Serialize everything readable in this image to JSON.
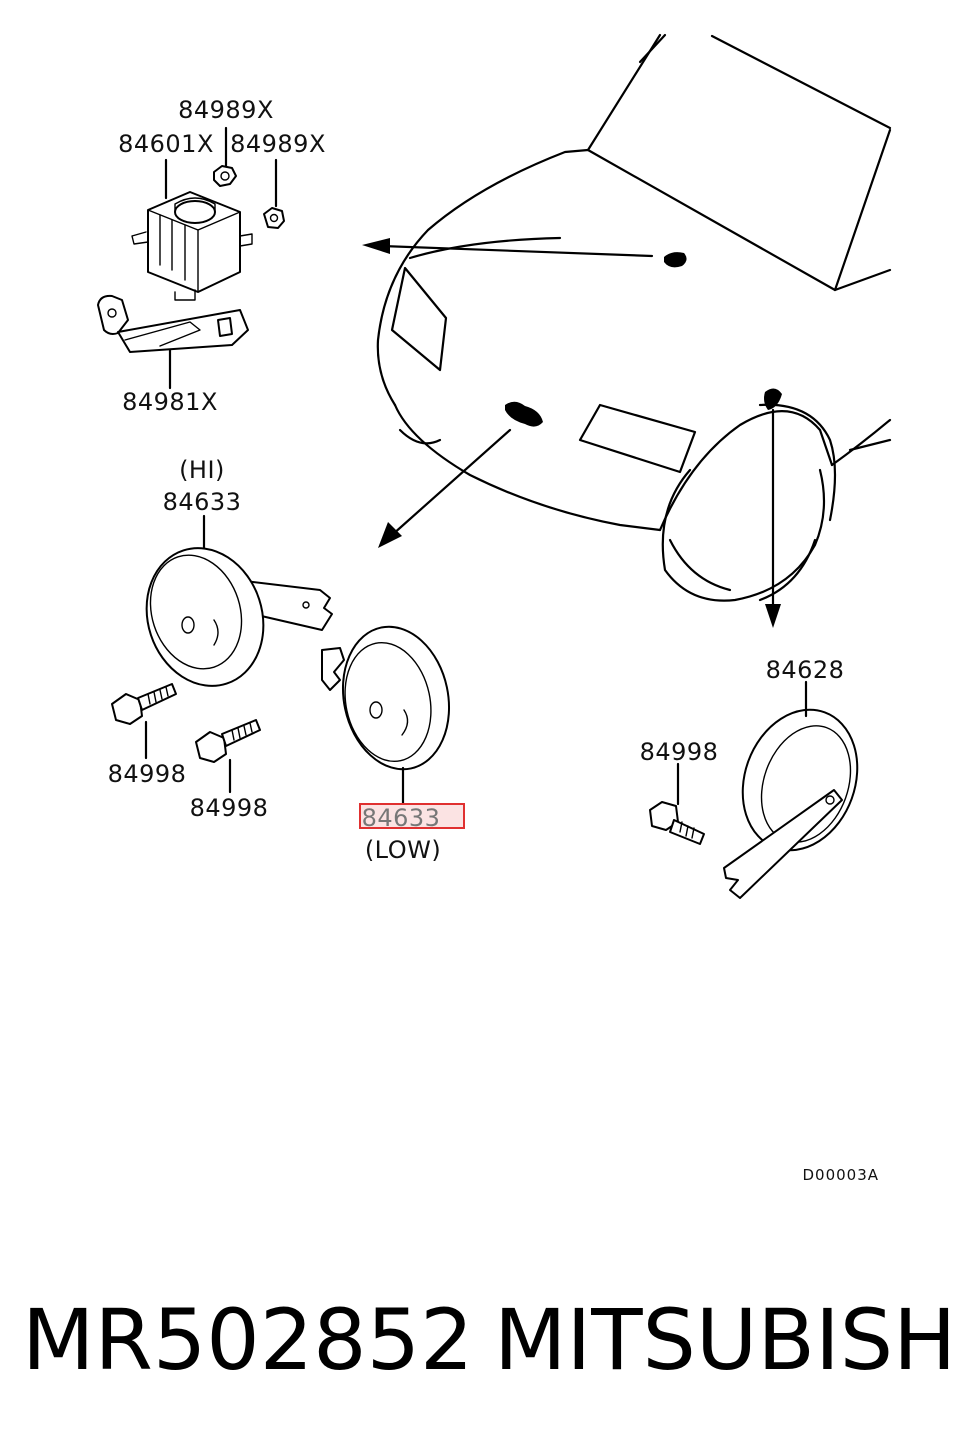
{
  "diagram": {
    "labels": {
      "relay_nut_top": "84989X",
      "relay": "84601X",
      "relay_nut_side": "84989X",
      "relay_bracket": "84981X",
      "horn_hi_note": "(HI)",
      "horn_hi": "84633",
      "bolt_left_1": "84998",
      "bolt_left_2": "84998",
      "horn_low": "84633",
      "horn_low_note": "(LOW)",
      "horn_right": "84628",
      "bolt_right": "84998"
    },
    "highlight_color": "#e03030",
    "drawing_code": "D00003A"
  },
  "footer": {
    "part_number": "MR502852",
    "brand": "MITSUBISHI"
  }
}
